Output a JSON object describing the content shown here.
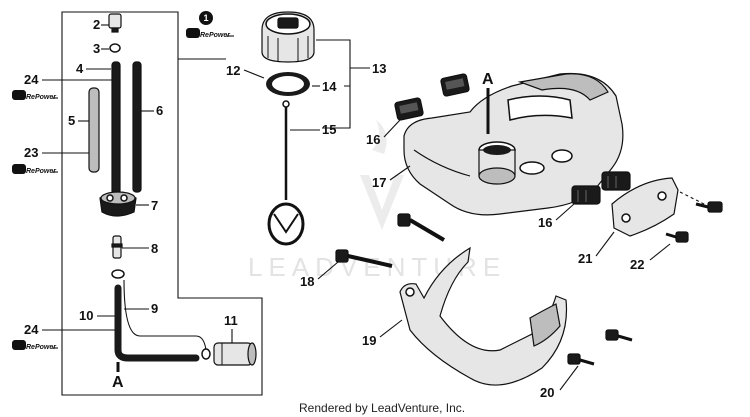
{
  "callouts": {
    "p1": "1",
    "p2": "2",
    "p3": "3",
    "p4": "4",
    "p5": "5",
    "p6": "6",
    "p7": "7",
    "p8": "8",
    "p9": "9",
    "p10": "10",
    "p11": "11",
    "p12": "12",
    "p13": "13",
    "p14": "14",
    "p15": "15",
    "p16a": "16",
    "p16b": "16",
    "p17": "17",
    "p18": "18",
    "p19": "19",
    "p20": "20",
    "p21": "21",
    "p22": "22",
    "p23": "23",
    "p24a": "24",
    "p24b": "24"
  },
  "reference_letters": {
    "a_tank": "A",
    "a_line": "A"
  },
  "repower_badge": {
    "brand": "RePower"
  },
  "watermark": {
    "text": "LEADVENTURE"
  },
  "footer": {
    "text": "Rendered by LeadVenture, Inc."
  }
}
